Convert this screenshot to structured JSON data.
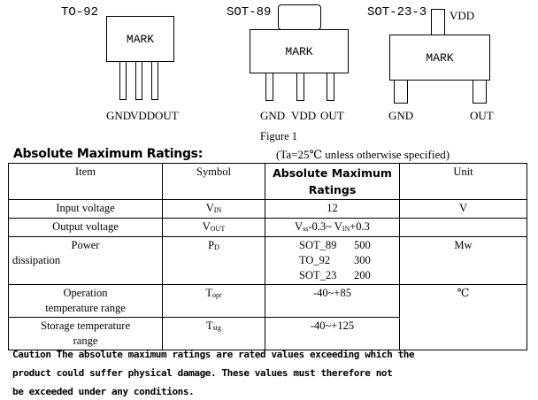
{
  "figure": {
    "to92": {
      "label": "TO-92",
      "mark": "MARK",
      "pins": [
        "GND",
        "VDD",
        "OUT"
      ]
    },
    "sot89": {
      "label": "SOT-89",
      "mark": "MARK",
      "pins": [
        "GND",
        "VDD",
        "OUT"
      ]
    },
    "sot23": {
      "label": "SOT-23-3",
      "mark": "MARK",
      "top_pin": "VDD",
      "pins": [
        "GND",
        "OUT"
      ]
    },
    "caption": "Figure 1"
  },
  "ratings": {
    "heading": "Absolute Maximum Ratings:",
    "condition": "(Ta=25℃ unless otherwise specified)",
    "headers": {
      "item": "Item",
      "symbol": "Symbol",
      "ratings": "Absolute Maximum Ratings",
      "unit": "Unit"
    },
    "rows": [
      {
        "item": "Input voltage",
        "symbol": "V",
        "symbol_sub": "IN",
        "value": "12",
        "unit": "V"
      },
      {
        "item": "Output voltage",
        "symbol": "V",
        "symbol_sub": "OUT",
        "value_a": "V",
        "value_a_sub": "ss",
        "value_b": "-0.3~ V",
        "value_b_sub": "IN",
        "value_c": "+0.3"
      },
      {
        "item_1": "Power",
        "item_2": "dissipation",
        "symbol": "P",
        "symbol_sub": "D",
        "packages": [
          {
            "name": "SOT_89",
            "value": "500"
          },
          {
            "name": "TO_92",
            "value": "300"
          },
          {
            "name": "SOT_23",
            "value": "200"
          }
        ],
        "unit": "Mw"
      },
      {
        "item_1": "Operation",
        "item_2": "temperature range",
        "symbol": "T",
        "symbol_sub": "opr",
        "value": "-40~+85",
        "unit": "℃"
      },
      {
        "item_1": "Storage temperature",
        "item_2": "range",
        "symbol": "T",
        "symbol_sub": "stg",
        "value": "-40~+125"
      }
    ]
  },
  "caution": [
    "Caution The absolute maximum ratings are rated values exceeding which the",
    "product could suffer physical damage. These values must therefore not",
    "be exceeded under any conditions."
  ]
}
